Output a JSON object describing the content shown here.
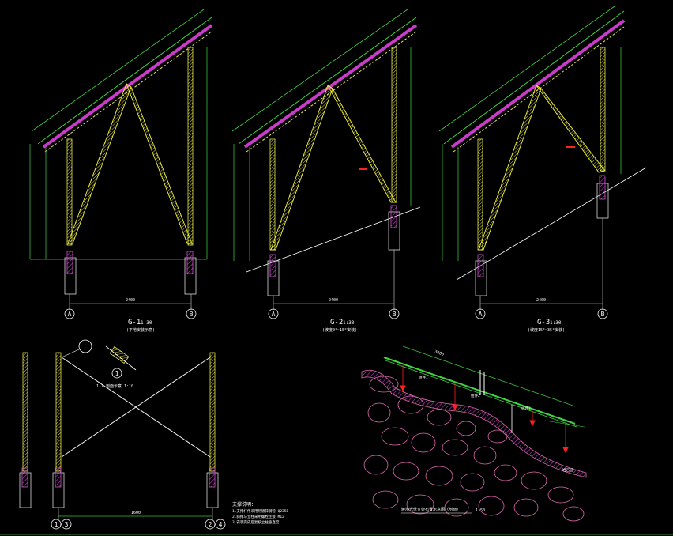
{
  "colors": {
    "background": "#000000",
    "column_yellow": "#e8e84a",
    "brace_yellow": "#f2f23a",
    "purlin_green": "#3fd43f",
    "panel_magenta": "#c83cc8",
    "dimension_green": "#39c039",
    "footing_magenta": "#d050d0",
    "cable_white": "#f0f0f0",
    "annotation_red": "#ff2020",
    "rock_pink": "#e06ab0",
    "text_white": "#ffffff"
  },
  "elevations": [
    {
      "title": "G-1",
      "scale": "1:30",
      "note": "(平地安装示意)",
      "grid_left": "A",
      "grid_right": "B",
      "span_label": "2400"
    },
    {
      "title": "G-2",
      "scale": "1:30",
      "note": "(坡度0°~15°安装)",
      "grid_left": "A",
      "grid_right": "B",
      "span_label": "2400"
    },
    {
      "title": "G-3",
      "scale": "1:30",
      "note": "(坡度15°~35°安装)",
      "grid_left": "A",
      "grid_right": "B",
      "span_label": "2400"
    }
  ],
  "bracing": {
    "detail_id": "1",
    "detail_note": "1-1 剖面示意 1:10",
    "grid_left_a": "1",
    "grid_left_b": "3",
    "grid_right_a": "2",
    "grid_right_b": "4",
    "span_label": "1600",
    "notes_title": "支撑说明：",
    "notes": [
      "1.支撑杆件采用热镀锌钢管 Q235B",
      "2.斜撑与立柱采用螺栓连接 M12",
      "3.安装完成后复核立柱垂直度"
    ]
  },
  "slope": {
    "caption": "坡地光伏支架布置示意图（剖面）",
    "scale": "1:50",
    "top_dim": "3000",
    "panel_labels": [
      "组件1",
      "组件2",
      "组件3"
    ],
    "rock_label": "岩石层"
  }
}
